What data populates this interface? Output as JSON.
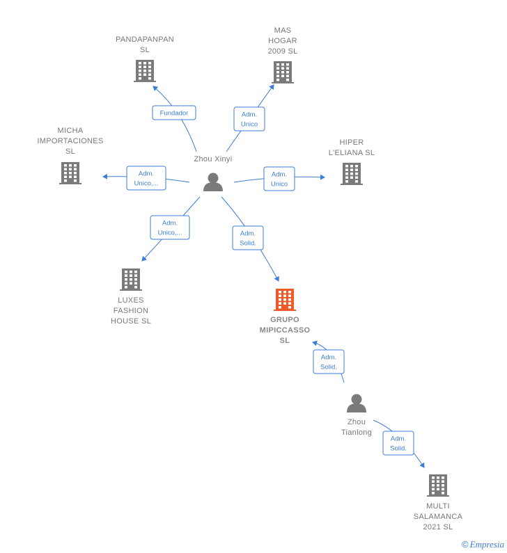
{
  "colors": {
    "edge": "#3b7dd8",
    "company": "#7a7a7a",
    "company_main": "#f05a28",
    "person": "#7a7a7a",
    "label": "#777777"
  },
  "nodes": [
    {
      "id": "zhou-xinyi",
      "kind": "person",
      "icon": "person-icon",
      "lines": [
        "Zhou Xinyi"
      ]
    },
    {
      "id": "zhou-tianlong",
      "kind": "person",
      "icon": "person-icon",
      "lines": [
        "Zhou",
        "Tianlong"
      ]
    },
    {
      "id": "pandapanpan",
      "kind": "company",
      "icon": "building-icon",
      "lines": [
        "PANDAPANPAN",
        "SL"
      ]
    },
    {
      "id": "mas-hogar",
      "kind": "company",
      "icon": "building-icon",
      "lines": [
        "MAS",
        "HOGAR",
        "2009 SL"
      ]
    },
    {
      "id": "micha",
      "kind": "company",
      "icon": "building-icon",
      "lines": [
        "MICHA",
        "IMPORTACIONES",
        "SL"
      ]
    },
    {
      "id": "hiper",
      "kind": "company",
      "icon": "building-icon",
      "lines": [
        "HIPER",
        "L'ELIANA  SL"
      ]
    },
    {
      "id": "luxes",
      "kind": "company",
      "icon": "building-icon",
      "lines": [
        "LUXES",
        "FASHION",
        "HOUSE  SL"
      ]
    },
    {
      "id": "grupo",
      "kind": "company-main",
      "icon": "building-icon",
      "lines": [
        "GRUPO",
        "MIPICCASSO",
        "SL"
      ]
    },
    {
      "id": "multi",
      "kind": "company",
      "icon": "building-icon",
      "lines": [
        "MULTI",
        "SALAMANCA",
        "2021  SL"
      ]
    }
  ],
  "edges": [
    {
      "from": "zhou-xinyi",
      "to": "pandapanpan",
      "lines": [
        "Fundador"
      ]
    },
    {
      "from": "zhou-xinyi",
      "to": "mas-hogar",
      "lines": [
        "Adm.",
        "Unico"
      ]
    },
    {
      "from": "zhou-xinyi",
      "to": "micha",
      "lines": [
        "Adm.",
        "Unico,..."
      ]
    },
    {
      "from": "zhou-xinyi",
      "to": "hiper",
      "lines": [
        "Adm.",
        "Unico"
      ]
    },
    {
      "from": "zhou-xinyi",
      "to": "luxes",
      "lines": [
        "Adm.",
        "Unico,..."
      ]
    },
    {
      "from": "zhou-xinyi",
      "to": "grupo",
      "lines": [
        "Adm.",
        "Solid."
      ]
    },
    {
      "from": "zhou-tianlong",
      "to": "grupo",
      "lines": [
        "Adm.",
        "Solid."
      ]
    },
    {
      "from": "zhou-tianlong",
      "to": "multi",
      "lines": [
        "Adm.",
        "Solid."
      ]
    }
  ],
  "watermark": {
    "symbol": "©",
    "brand": "Empresia"
  }
}
